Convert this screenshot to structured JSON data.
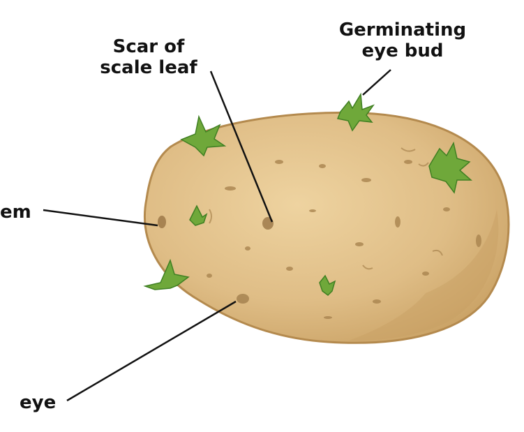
{
  "labels": {
    "scar_of_scale_leaf": {
      "line1": "Scar of",
      "line2": "scale leaf"
    },
    "germinating_eye_bud": {
      "line1": "Germinating",
      "line2": "eye bud"
    },
    "stem": "em",
    "eye": "eye"
  },
  "colors": {
    "background": "#ffffff",
    "potato_skin": "#e0c08a",
    "potato_outline": "#b48a4e",
    "potato_spots": "#9c7a4c",
    "sprout_green": "#6fa83a",
    "sprout_dark": "#3f7f22",
    "leader_line": "#111111",
    "label_text": "#111111"
  }
}
